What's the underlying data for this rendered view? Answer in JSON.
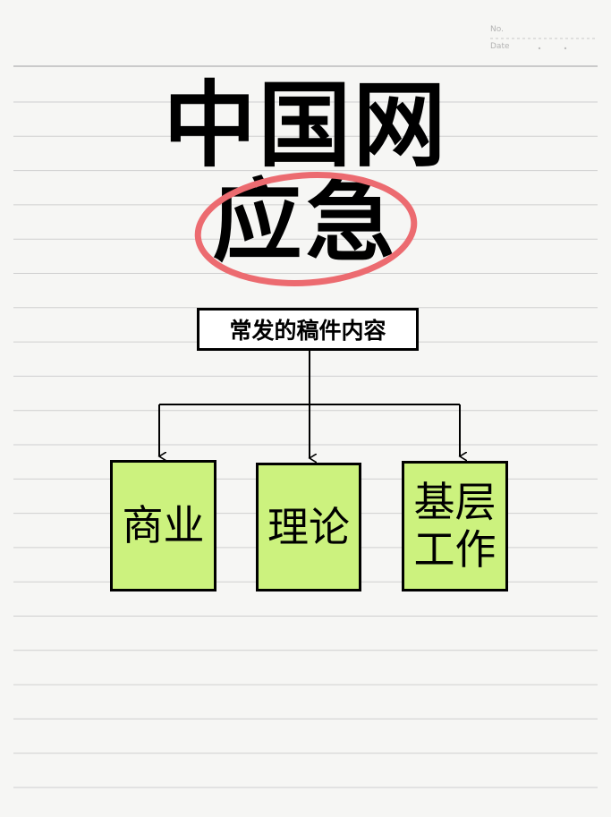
{
  "header": {
    "no_label": "No.",
    "date_label": "Date"
  },
  "title": {
    "line1": "中国网",
    "line2": "应急"
  },
  "diagram": {
    "root": "常发的稿件内容",
    "children": [
      "商业",
      "理论",
      "基层工作"
    ]
  },
  "colors": {
    "paper": "#f6f6f4",
    "rule": "#cfcfcf",
    "box_fill": "#ccf27e",
    "circle": "#ec6b70",
    "ink": "#000000"
  }
}
